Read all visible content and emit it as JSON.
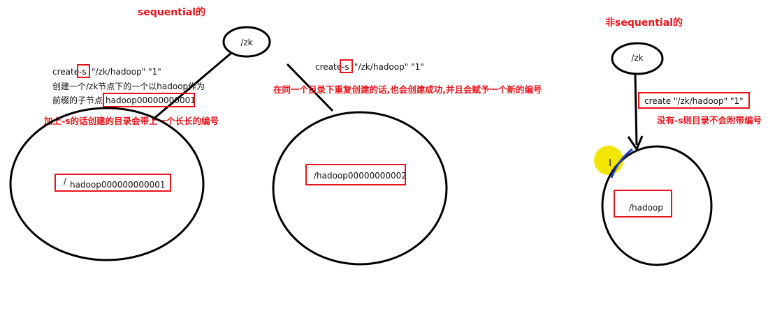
{
  "left": {
    "title": "sequential的",
    "root_node": "/zk",
    "cmd_create": "create",
    "cmd_flag": "-s",
    "cmd_args": "\"/zk/hadoop\" \"1\"",
    "desc_line1": "创建一个/zk节点下的一个以hadoop作为",
    "desc_line2_prefix": "前缀的子节点",
    "desc_line2_node": "hadoop00000000001",
    "note": "加上-s的话创建的目录会带上一个长长的编号",
    "child1_slash": "/",
    "child1_name": "hadoop000000000001",
    "cmd2_create": "create",
    "cmd2_flag": "-s",
    "cmd2_args": "\"/zk/hadoop\" \"1\"",
    "note2": "在同一个目录下重复创建的话,也会创建成功,并且会赋予一个新的编号",
    "child2_name": "/hadoop00000000002"
  },
  "right": {
    "title": "非sequential的",
    "root_node": "/zk",
    "cmd": "create \"/zk/hadoop\" \"1\"",
    "note": "没有-s则目录不会附带编号",
    "child_name": "/hadoop",
    "cursor_icon": "text-cursor-icon"
  },
  "colors": {
    "accent_red": "#e8141b",
    "line": "#000000",
    "cursor_highlight": "#f2e600",
    "arrow_highlight": "#1f3fbf"
  }
}
